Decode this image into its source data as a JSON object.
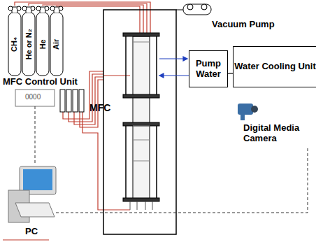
{
  "diagram": {
    "nodes": [
      {
        "text": [
          "Pump Water"
        ]
      },
      {
        "text": [
          "Water Cooling Unit"
        ]
      }
    ],
    "edges": [
      {
        "from": 0,
        "to": 1,
        "arrow": "none"
      }
    ],
    "labels": [
      "CH₄",
      "He or N₂",
      "He",
      "Air",
      "MFC Control Unit",
      "0000",
      "MFC",
      "Vacuum Pump",
      "Digital Media Camera",
      "PC"
    ]
  }
}
